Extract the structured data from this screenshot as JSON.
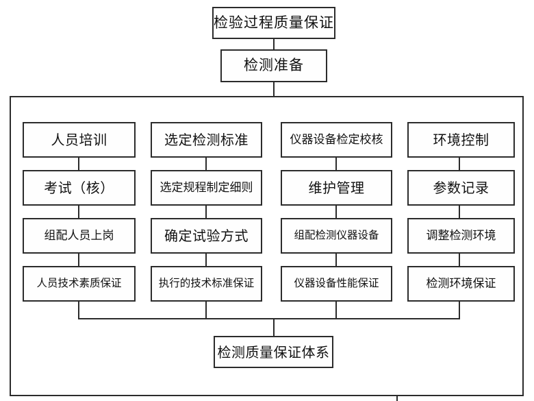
{
  "diagram": {
    "title_top": "检验过程质量保证",
    "prep": "检测准备",
    "result": "检测质量保证体系",
    "columns": [
      {
        "name": "personnel",
        "items": [
          "人员培训",
          "考试（核）",
          "组配人员上岗",
          "人员技术素质保证"
        ]
      },
      {
        "name": "standards",
        "items": [
          "选定检测标准",
          "选定规程制定细则",
          "确定试验方式",
          "执行的技术标准保证"
        ]
      },
      {
        "name": "instruments",
        "items": [
          "仪器设备检定校核",
          "维护管理",
          "组配检测仪器设备",
          "仪器设备性能保证"
        ]
      },
      {
        "name": "environment",
        "items": [
          "环境控制",
          "参数记录",
          "调整检测环境",
          "检测环境保证"
        ]
      }
    ]
  },
  "colors": {
    "line": "#2b2b2b",
    "box_fill": "#fefefe",
    "text": "#111111",
    "background": "#ffffff"
  }
}
